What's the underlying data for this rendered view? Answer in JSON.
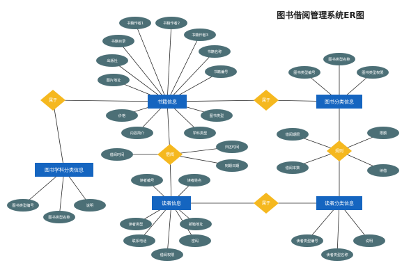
{
  "title": "图书借阅管理系统ER图",
  "colors": {
    "entity": "#1565c0",
    "relation": "#f5b81f",
    "attribute": "#4c6f76",
    "line": "#2b2b2b",
    "title": "#222222"
  },
  "entities": [
    {
      "id": "book",
      "name": "书籍信息"
    },
    {
      "id": "bookcat",
      "name": "图书分类信息"
    },
    {
      "id": "subject",
      "name": "图书学科分类信息"
    },
    {
      "id": "reader",
      "name": "读者信息"
    },
    {
      "id": "readercat",
      "name": "读者分类信息"
    }
  ],
  "relationships": [
    {
      "id": "r_left",
      "name": "属于",
      "links": [
        "subject",
        "book"
      ]
    },
    {
      "id": "r_right",
      "name": "属于",
      "links": [
        "book",
        "bookcat"
      ]
    },
    {
      "id": "r_borrow",
      "name": "借阅",
      "links": [
        "book",
        "reader"
      ]
    },
    {
      "id": "r_reader",
      "name": "属于",
      "links": [
        "reader",
        "readercat"
      ]
    },
    {
      "id": "r_rules",
      "name": "规则",
      "links": [
        "bookcat",
        "readercat"
      ]
    }
  ],
  "attributes": [
    {
      "id": "a1",
      "label": "书籍作者1",
      "of": "book"
    },
    {
      "id": "a2",
      "label": "书籍作者2",
      "of": "book"
    },
    {
      "id": "a3",
      "label": "书籍作者3",
      "of": "book"
    },
    {
      "id": "a4",
      "label": "书籍目录",
      "of": "book"
    },
    {
      "id": "a5",
      "label": "书籍名称",
      "of": "book"
    },
    {
      "id": "a6",
      "label": "出版社",
      "of": "book"
    },
    {
      "id": "a7",
      "label": "书籍编号",
      "of": "book"
    },
    {
      "id": "a8",
      "label": "图片地址",
      "of": "book"
    },
    {
      "id": "a9",
      "label": "价格",
      "of": "book"
    },
    {
      "id": "a10",
      "label": "图书类型",
      "of": "book"
    },
    {
      "id": "a11",
      "label": "内容简介",
      "of": "book"
    },
    {
      "id": "a12",
      "label": "学科类型",
      "of": "book"
    },
    {
      "id": "b1",
      "label": "图书类型名称",
      "of": "bookcat"
    },
    {
      "id": "b2",
      "label": "图书类型编号",
      "of": "bookcat"
    },
    {
      "id": "b3",
      "label": "图书类型权限",
      "of": "bookcat"
    },
    {
      "id": "s1",
      "label": "图书类型编号",
      "of": "subject"
    },
    {
      "id": "s2",
      "label": "图书类型名称",
      "of": "subject"
    },
    {
      "id": "s3",
      "label": "说明",
      "of": "subject"
    },
    {
      "id": "c1",
      "label": "借阅时间",
      "of": "r_borrow"
    },
    {
      "id": "c2",
      "label": "归还时间",
      "of": "r_borrow"
    },
    {
      "id": "c3",
      "label": "到期日期",
      "of": "r_borrow"
    },
    {
      "id": "d1",
      "label": "借阅期限",
      "of": "r_rules"
    },
    {
      "id": "d2",
      "label": "借阅本数",
      "of": "r_rules"
    },
    {
      "id": "d3",
      "label": "限额",
      "of": "r_rules"
    },
    {
      "id": "d4",
      "label": "续借",
      "of": "r_rules"
    },
    {
      "id": "e1",
      "label": "读者编号",
      "of": "reader"
    },
    {
      "id": "e2",
      "label": "读者姓名",
      "of": "reader"
    },
    {
      "id": "e3",
      "label": "读者类型",
      "of": "reader"
    },
    {
      "id": "e4",
      "label": "邮箱地址",
      "of": "reader"
    },
    {
      "id": "e5",
      "label": "联系电话",
      "of": "reader"
    },
    {
      "id": "e6",
      "label": "密码",
      "of": "reader"
    },
    {
      "id": "e7",
      "label": "借阅权限",
      "of": "reader"
    },
    {
      "id": "f1",
      "label": "读者类型编号",
      "of": "readercat"
    },
    {
      "id": "f2",
      "label": "说明",
      "of": "readercat"
    },
    {
      "id": "f3",
      "label": "读者类型名称",
      "of": "readercat"
    }
  ]
}
